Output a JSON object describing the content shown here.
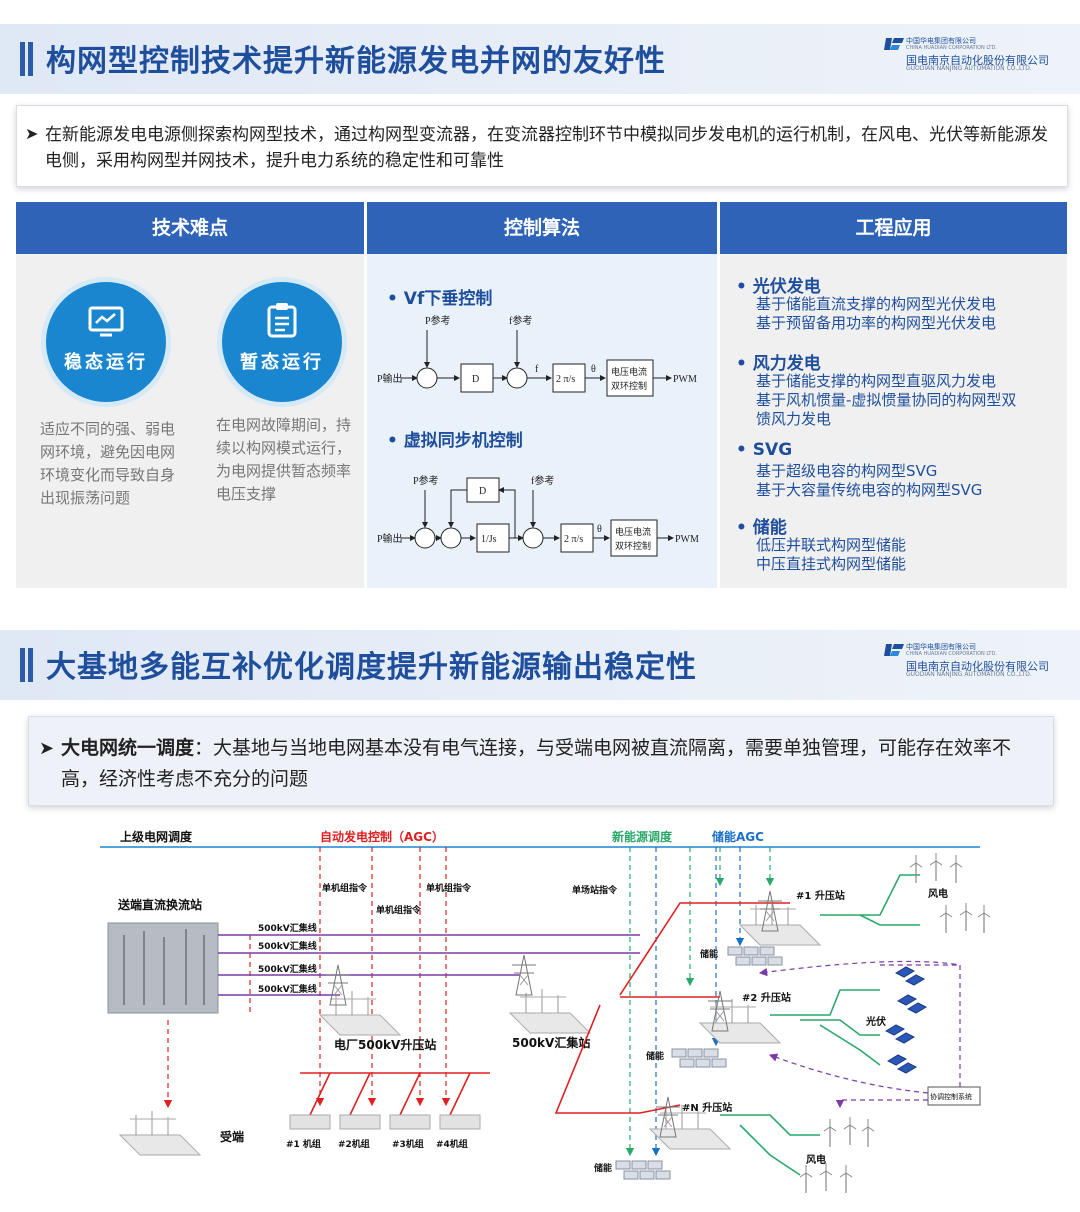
{
  "section1": {
    "title": "构网型控制技术提升新能源发电并网的友好性",
    "logo": {
      "line1": "中国华电集团有限公司",
      "line2": "CHINA HUADIAN CORPORATION LTD.",
      "line3": "国电南京自动化股份有限公司",
      "line4": "GUODIAN NANJING AUTOMATION CO.,LTD."
    },
    "intro": "在新能源发电电源侧探索构网型技术，通过构网型变流器，在变流器控制环节中模拟同步发电机的运行机制，在风电、光伏等新能源发电侧，采用构网型并网技术，提升电力系统的稳定性和可靠性",
    "columns": [
      "技术难点",
      "控制算法",
      "工程应用"
    ],
    "difficulties": [
      {
        "label": "稳态运行",
        "icon": "monitor-chart-icon",
        "desc": "适应不同的强、弱电网环境，避免因电网环境变化而导致自身出现振荡问题"
      },
      {
        "label": "暂态运行",
        "icon": "clipboard-icon",
        "desc": "在电网故障期间，持续以构网模式运行，为电网提供暂态频率电压支撑"
      }
    ],
    "algorithms": [
      {
        "title": "Vf下垂控制",
        "labels": {
          "p_star": "P参考",
          "f_star": "f参考",
          "p_out": "P输出",
          "d": "D",
          "int": "2 π/s",
          "f": "f",
          "theta": "θ",
          "ctrl": "电压电流双环控制",
          "pwm": "PWM",
          "plus": "+",
          "minus": "-"
        }
      },
      {
        "title": "虚拟同步机控制",
        "labels": {
          "p_star": "P参考",
          "f_star": "f参考",
          "p_out": "P输出",
          "d": "D",
          "js": "1/Js",
          "int": "2 π/s",
          "theta": "θ",
          "ctrl": "电压电流双环控制",
          "pwm": "PWM"
        }
      }
    ],
    "applications": [
      {
        "head": "光伏发电",
        "items": [
          "基于储能直流支撑的构网型光伏发电",
          "基于预留备用功率的构网型光伏发电"
        ]
      },
      {
        "head": "风力发电",
        "items": [
          "基于储能支撑的构网型直驱风力发电",
          "基于风机惯量-虚拟惯量协同的构网型双",
          "馈风力发电"
        ]
      },
      {
        "head": "SVG",
        "items": [
          "基于超级电容的构网型SVG",
          "基于大容量传统电容的构网型SVG"
        ]
      },
      {
        "head": "储能",
        "items": [
          "低压并联式构网型储能",
          "中压直挂式构网型储能"
        ]
      }
    ]
  },
  "section2": {
    "title": "大基地多能互补优化调度提升新能源输出稳定性",
    "logo": {
      "line1": "中国华电集团有限公司",
      "line2": "CHINA HUADIAN CORPORATION LTD.",
      "line3": "国电南京自动化股份有限公司",
      "line4": "GUODIAN NANJING AUTOMATION CO.,LTD."
    },
    "intro_bold": "大电网统一调度",
    "intro_rest": "：大基地与当地电网基本没有电气连接，与受端电网被直流隔离，需要单独管理，可能存在效率不高，经济性考虑不充分的问题",
    "diagram": {
      "upper_dispatch": "上级电网调度",
      "agc": "自动发电控制（AGC）",
      "new_energy_dispatch": "新能源调度",
      "storage_agc": "储能AGC",
      "unit_cmd_1": "单机组指令",
      "unit_cmd_2": "单机组指令",
      "unit_cmd_3": "单机组指令",
      "station_cmd": "单场站指令",
      "converter_station": "送端直流换流站",
      "bus_lines": [
        "500kV汇集线",
        "500kV汇集线",
        "500kV汇集线",
        "500kV汇集线"
      ],
      "plant_station": "电厂500kV升压站",
      "collect_station": "500kV汇集站",
      "receiver": "受端",
      "units": [
        "#1 机组",
        "#2机组",
        "#3机组",
        "#4机组"
      ],
      "step_up_1": "#1 升压站",
      "step_up_2": "#2 升压站",
      "step_up_n": "#N 升压站",
      "storage": "储能",
      "wind": "风电",
      "pv": "光伏",
      "coord_system": "协调控制系统",
      "colors": {
        "agc": "#e02020",
        "new_energy": "#2aa86a",
        "storage": "#1a70c8",
        "dispatch_line": "#1a86d0",
        "purple": "#7a3aa8"
      }
    }
  }
}
